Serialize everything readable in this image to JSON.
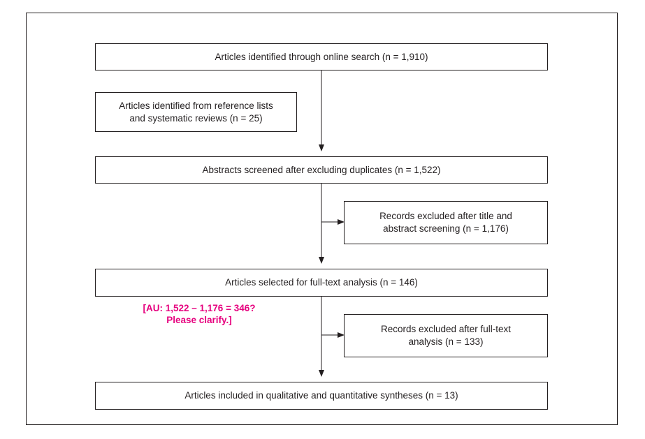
{
  "boxes": {
    "online_search": "Articles identified through online search (n = 1,910)",
    "reference_lists": "Articles identified from reference lists\nand systematic reviews (n = 25)",
    "abstracts_screened": "Abstracts screened after excluding duplicates (n = 1,522)",
    "excluded_title_abstract": "Records excluded after title and\nabstract screening (n = 1,176)",
    "full_text_selected": "Articles selected for full-text analysis (n = 146)",
    "excluded_full_text": "Records excluded after full-text\nanalysis (n = 133)",
    "included": "Articles included in qualitative and quantitative syntheses (n = 13)"
  },
  "annotation": "[AU: 1,522 – 1,176 = 346?\nPlease clarify.]",
  "colors": {
    "line": "#231f20",
    "annotation": "#e6007e"
  }
}
